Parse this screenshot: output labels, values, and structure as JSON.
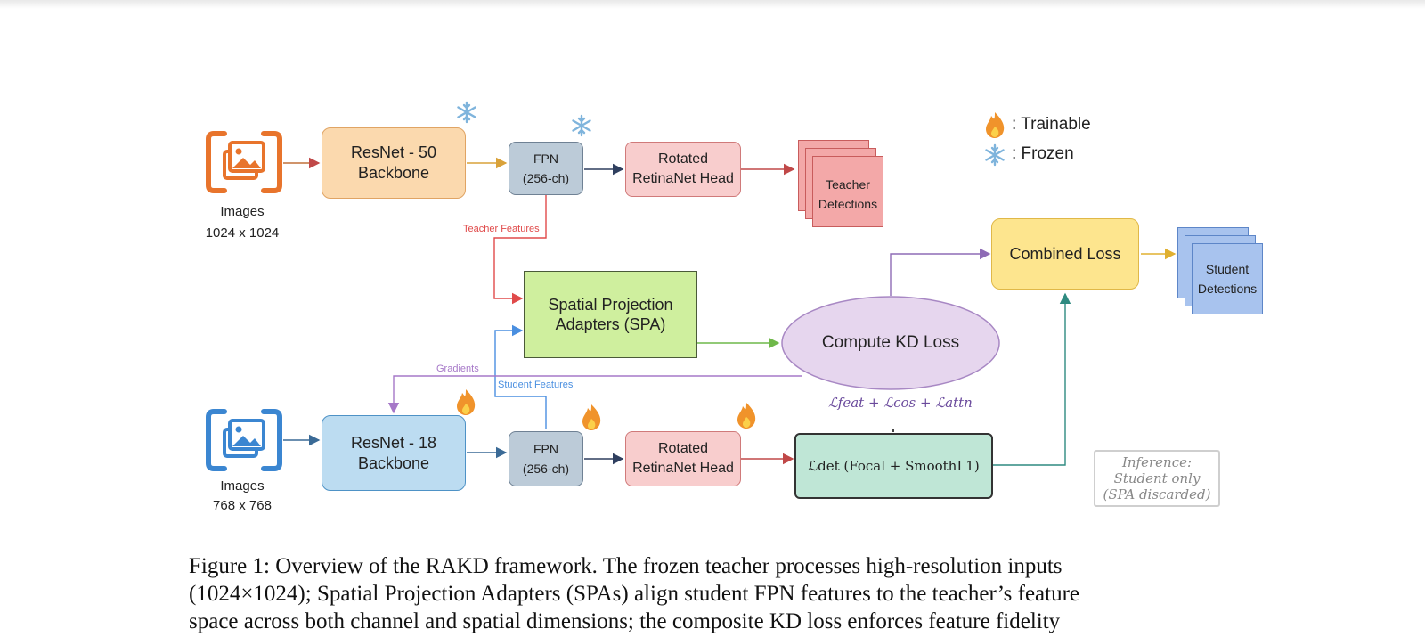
{
  "legend": {
    "trainable": ": Trainable",
    "frozen": ": Frozen"
  },
  "inputs": {
    "teacher": {
      "line1": "Images",
      "line2": "1024 x 1024"
    },
    "student": {
      "line1": "Images",
      "line2": "768 x 768"
    }
  },
  "teacher": {
    "backbone": {
      "line1": "ResNet - 50",
      "line2": "Backbone"
    },
    "fpn": {
      "line1": "FPN",
      "line2": "(256-ch)"
    },
    "head": {
      "line1": "Rotated",
      "line2": "RetinaNet Head"
    },
    "detections": {
      "line1": "Teacher",
      "line2": "Detections"
    }
  },
  "student": {
    "backbone": {
      "line1": "ResNet - 18",
      "line2": "Backbone"
    },
    "fpn": {
      "line1": "FPN",
      "line2": "(256-ch)"
    },
    "head": {
      "line1": "Rotated",
      "line2": "RetinaNet Head"
    },
    "detections": {
      "line1": "Student",
      "line2": "Detections"
    }
  },
  "spa": {
    "line1": "Spatial Projection",
    "line2": "Adapters (SPA)"
  },
  "kd_loss": {
    "label": "Compute KD Loss",
    "formula": "ℒfeat + ℒcos + ℒattn"
  },
  "det_loss": {
    "label": "ℒdet (Focal + SmoothL1)"
  },
  "combined_loss": {
    "label": "Combined Loss"
  },
  "edge_labels": {
    "teacher_features": "Teacher Features",
    "student_features": "Student Features",
    "gradients": "Gradients"
  },
  "inference_note": {
    "line1": "Inference:",
    "line2": "Student only",
    "line3": "(SPA discarded)"
  },
  "caption": {
    "line1": "Figure 1: Overview of the RAKD framework. The frozen teacher processes high-resolution inputs",
    "line2": "(1024×1024); Spatial Projection Adapters (SPAs) align student FPN features to the teacher’s feature",
    "line3": "space across both channel and spatial dimensions; the composite KD loss enforces feature fidelity"
  },
  "colors": {
    "teacher_icon": "#e8742c",
    "student_icon": "#3b86d1",
    "teacher_features": "#e04a4a",
    "student_features": "#4a8fe0",
    "gradients": "#a678c8",
    "kd_to_combined": "#8e6bb5",
    "spa_to_kd": "#6fb84a",
    "det_to_combined": "#2e8a80"
  }
}
